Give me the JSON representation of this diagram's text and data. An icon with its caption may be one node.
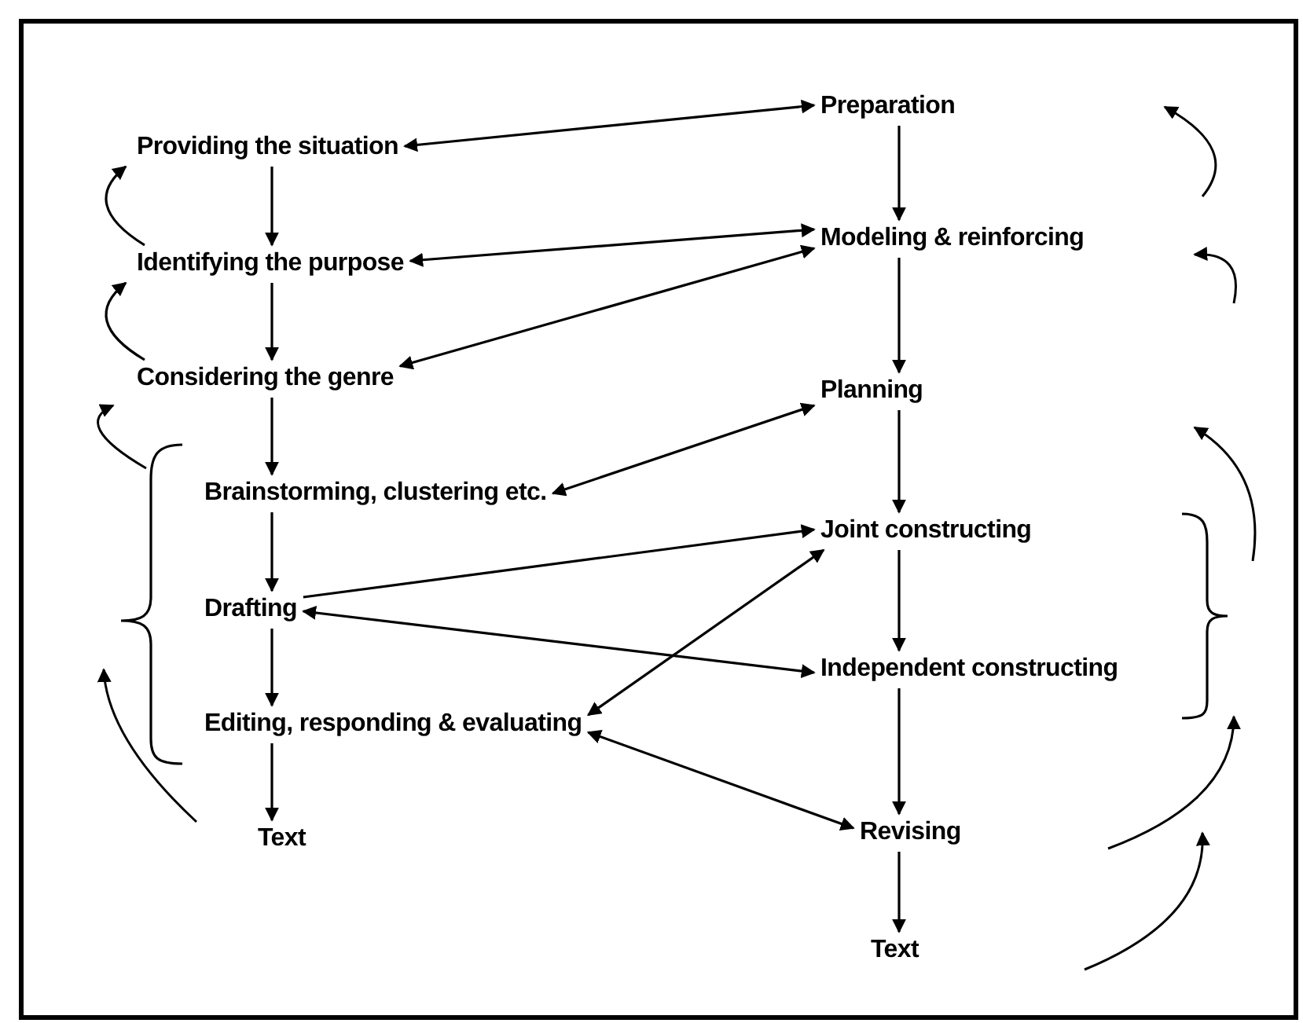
{
  "diagram": {
    "nodes": [
      {
        "text": [
          "Providing the situation"
        ]
      },
      {
        "text": [
          "Identifying the purpose"
        ]
      },
      {
        "text": [
          "Considering the genre"
        ]
      },
      {
        "text": [
          "Brainstorming, clustering etc."
        ]
      },
      {
        "text": [
          "Drafting"
        ]
      },
      {
        "text": [
          "Editing, responding & evaluating"
        ]
      },
      {
        "text": [
          "Text"
        ]
      },
      {
        "text": [
          "Preparation"
        ]
      },
      {
        "text": [
          "Modeling & reinforcing"
        ]
      },
      {
        "text": [
          "Planning"
        ]
      },
      {
        "text": [
          "Joint constructing"
        ]
      },
      {
        "text": [
          "Independent constructing"
        ]
      },
      {
        "text": [
          "Revising"
        ]
      },
      {
        "text": [
          "Text"
        ]
      }
    ],
    "edges": [
      {
        "from": 0,
        "to": 1,
        "arrow": "to"
      },
      {
        "from": 1,
        "to": 2,
        "arrow": "to"
      },
      {
        "from": 2,
        "to": 3,
        "arrow": "to"
      },
      {
        "from": 3,
        "to": 4,
        "arrow": "to"
      },
      {
        "from": 4,
        "to": 5,
        "arrow": "to"
      },
      {
        "from": 5,
        "to": 6,
        "arrow": "to"
      },
      {
        "from": 7,
        "to": 8,
        "arrow": "to"
      },
      {
        "from": 8,
        "to": 9,
        "arrow": "to"
      },
      {
        "from": 9,
        "to": 10,
        "arrow": "to"
      },
      {
        "from": 10,
        "to": 11,
        "arrow": "to"
      },
      {
        "from": 11,
        "to": 12,
        "arrow": "to"
      },
      {
        "from": 12,
        "to": 13,
        "arrow": "to"
      },
      {
        "from": 0,
        "to": 7,
        "arrow": "both"
      },
      {
        "from": 1,
        "to": 8,
        "arrow": "both"
      },
      {
        "from": 2,
        "to": 8,
        "arrow": "both"
      },
      {
        "from": 3,
        "to": 9,
        "arrow": "both"
      },
      {
        "from": 4,
        "to": 10,
        "arrow": "to"
      },
      {
        "from": 4,
        "to": 11,
        "arrow": "both"
      },
      {
        "from": 5,
        "to": 10,
        "arrow": "both"
      },
      {
        "from": 5,
        "to": 12,
        "arrow": "both"
      },
      {
        "from": 1,
        "to": 0,
        "arrow": "to"
      },
      {
        "from": 2,
        "to": 1,
        "arrow": "to"
      }
    ]
  }
}
